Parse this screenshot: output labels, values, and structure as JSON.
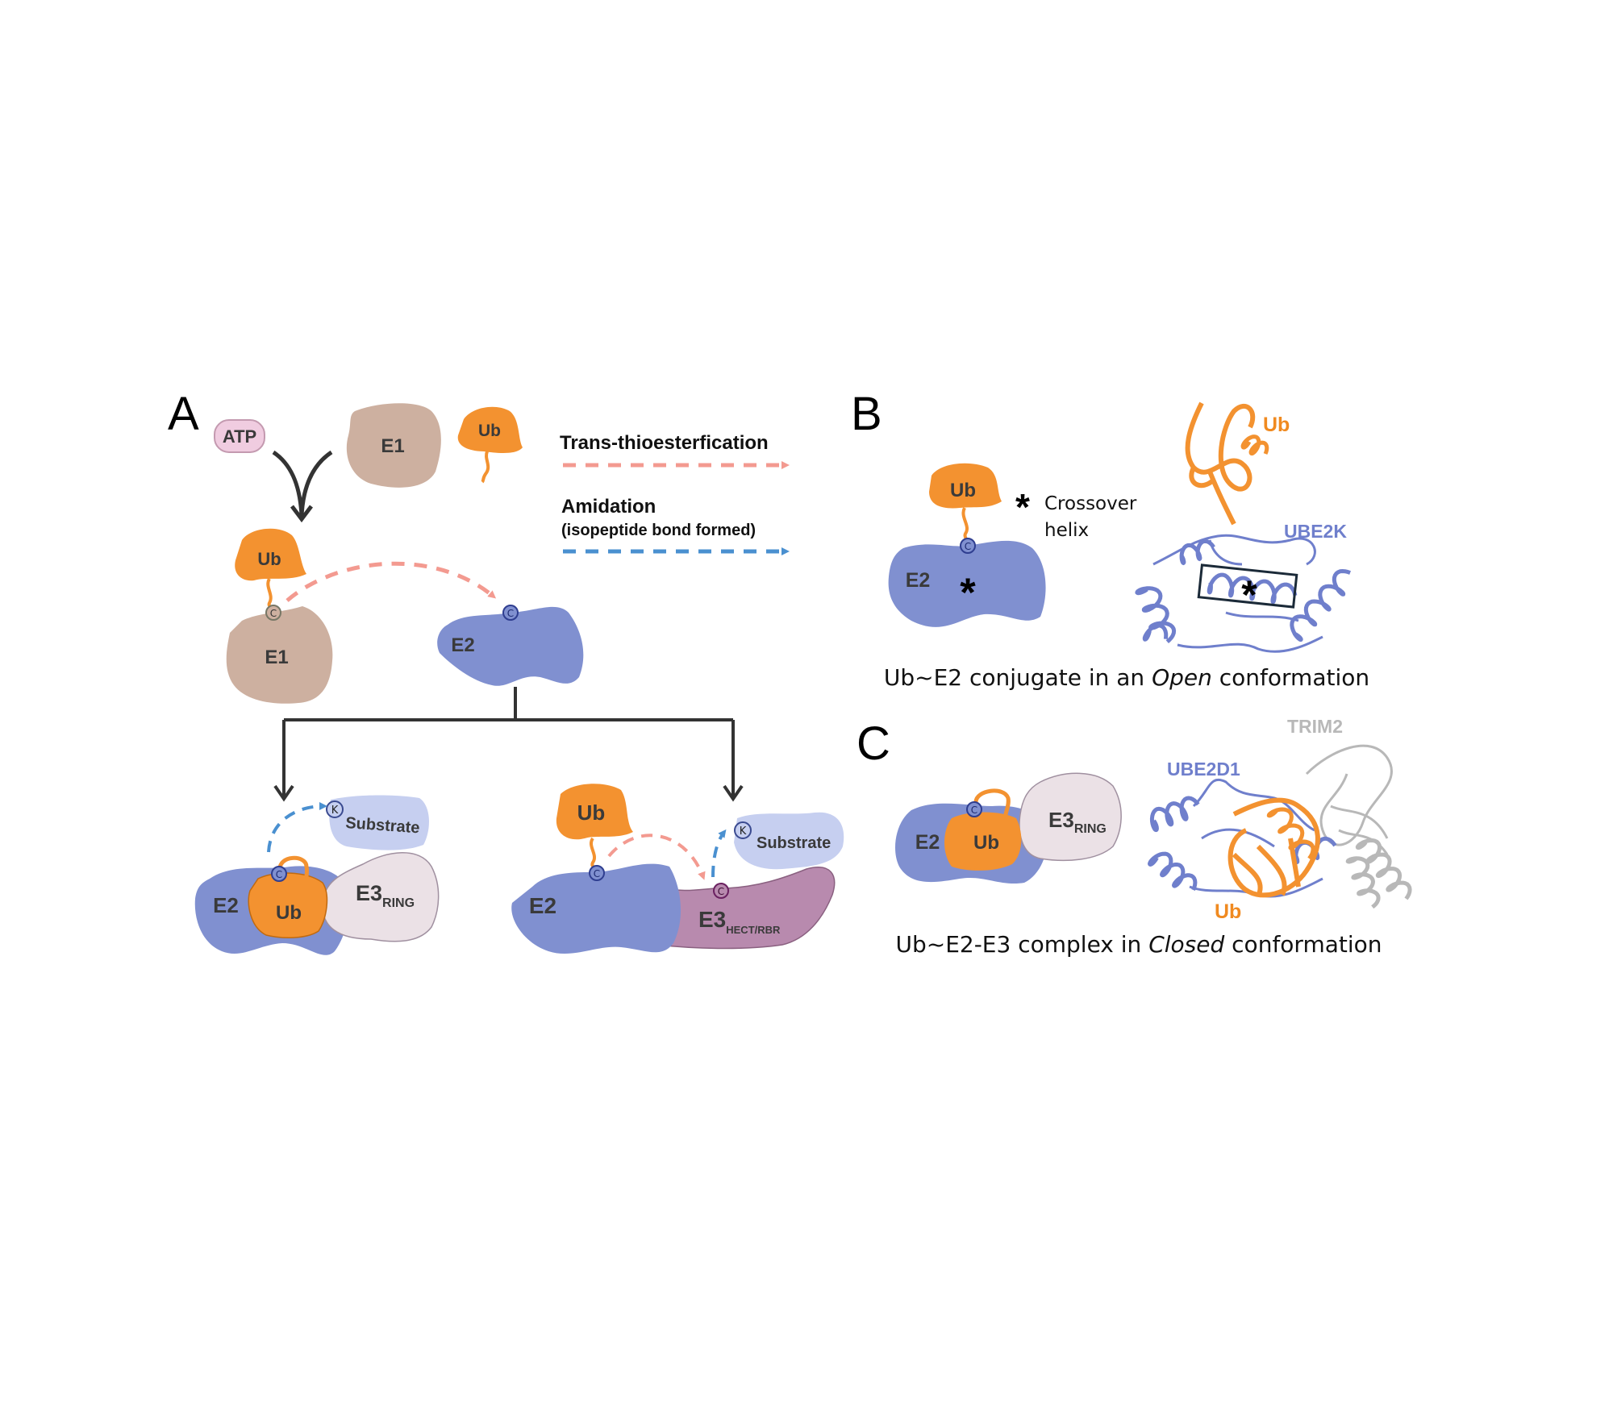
{
  "colors": {
    "ub": "#f39230",
    "e1": "#cdb0a0",
    "e2": "#8090d0",
    "e3_ring": "#ebe1e6",
    "e3_hect": "#b88aae",
    "substrate": "#c6cff0",
    "atp": "#f0cce0",
    "trans_arrow": "#f39a90",
    "amid_arrow": "#4a90d0",
    "ube2k": "#6f7fcc",
    "trim2": "#b8b8b8",
    "flow": "#333333"
  },
  "panel_a": {
    "letter": "A",
    "atp": "ATP",
    "e1_free": "E1",
    "ub_free": "Ub",
    "ub_e1": "Ub",
    "e1_bound": "E1",
    "e2": "E2",
    "cys": "C",
    "lys": "K",
    "legend": {
      "trans": "Trans-thioesterfication",
      "amid": "Amidation",
      "amid_sub": "(isopeptide bond formed)"
    },
    "ring_branch": {
      "e2": "E2",
      "ub": "Ub",
      "e3": "E3",
      "e3_sub": "RING",
      "substrate": "Substrate"
    },
    "hect_branch": {
      "e2": "E2",
      "ub": "Ub",
      "e3": "E3",
      "e3_sub": "HECT/RBR",
      "substrate": "Substrate"
    }
  },
  "panel_b": {
    "letter": "B",
    "ub": "Ub",
    "e2": "E2",
    "star": "*",
    "crossover_1": "Crossover",
    "crossover_2": "helix",
    "ub_struct": "Ub",
    "e2_struct": "UBE2K",
    "caption_pre": "Ub~E2 conjugate in an ",
    "caption_em": "Open",
    "caption_post": " conformation"
  },
  "panel_c": {
    "letter": "C",
    "e2": "E2",
    "ub": "Ub",
    "e3": "E3",
    "e3_sub": "RING",
    "e2_struct": "UBE2D1",
    "e3_struct": "TRIM2",
    "ub_struct": "Ub",
    "caption_pre": "Ub~E2-E3 complex in ",
    "caption_em": "Closed",
    "caption_post": " conformation"
  }
}
